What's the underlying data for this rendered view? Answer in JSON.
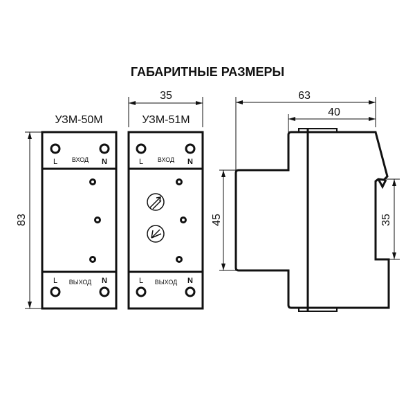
{
  "title": "ГАБАРИТНЫЕ РАЗМЕРЫ",
  "front_views": [
    {
      "model": "УЗМ-50М",
      "input_label": "ВХОД",
      "output_label": "ВЫХОД",
      "terminal_left": "L",
      "terminal_right": "N"
    },
    {
      "model": "УЗМ-51М",
      "input_label": "ВХОД",
      "output_label": "ВЫХОД",
      "terminal_left": "L",
      "terminal_right": "N"
    }
  ],
  "dimensions": {
    "height": "83",
    "width": "35",
    "depth_total": "63",
    "depth_body": "40",
    "front_height": "45",
    "din_rail": "35"
  }
}
